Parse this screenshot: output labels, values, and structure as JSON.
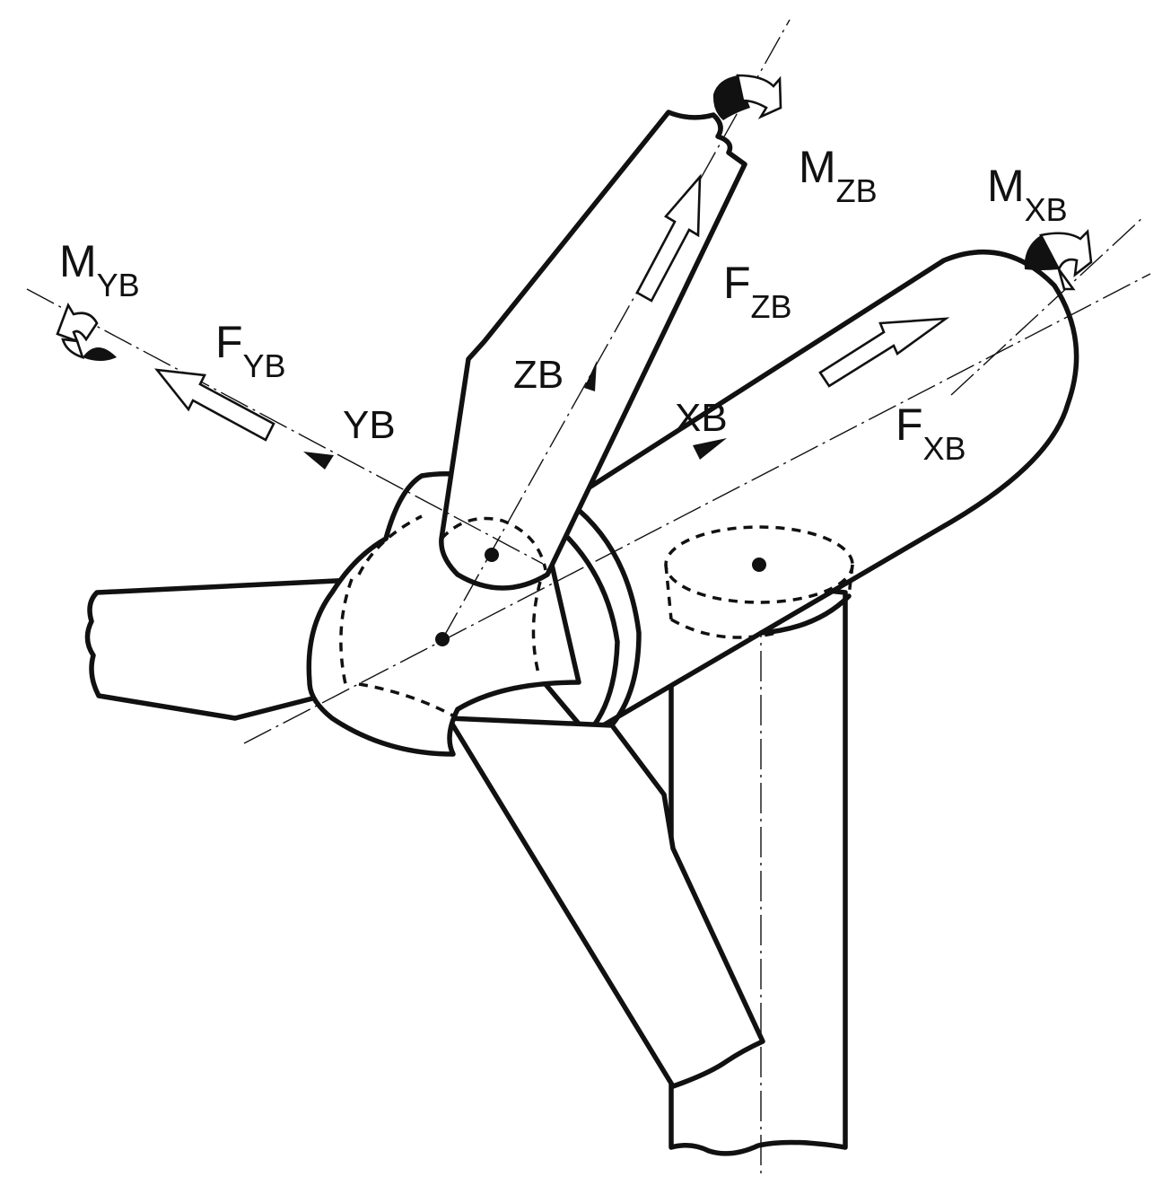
{
  "labels": {
    "m_zb": {
      "main": "M",
      "sub": "ZB"
    },
    "m_xb": {
      "main": "M",
      "sub": "XB"
    },
    "m_yb": {
      "main": "M",
      "sub": "YB"
    },
    "f_zb": {
      "main": "F",
      "sub": "ZB"
    },
    "f_yb": {
      "main": "F",
      "sub": "YB"
    },
    "f_xb": {
      "main": "F",
      "sub": "XB"
    },
    "axis_yb": "YB",
    "axis_zb": "ZB",
    "axis_xb": "XB"
  }
}
